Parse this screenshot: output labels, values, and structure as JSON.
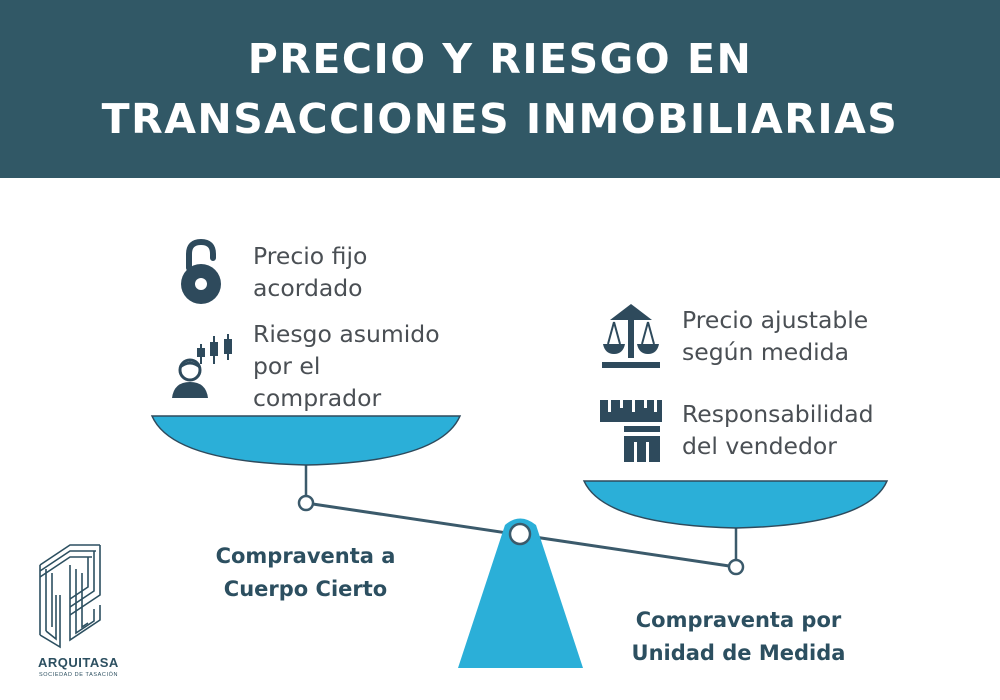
{
  "header": {
    "title_line1": "PRECIO Y RIESGO EN",
    "title_line2": "TRANSACCIONES INMOBILIARIAS"
  },
  "left_pan": {
    "items": [
      {
        "icon": "padlock-open-icon",
        "line1": "Precio fijo",
        "line2": "acordado"
      },
      {
        "icon": "buyer-risk-icon",
        "line1": "Riesgo asumido",
        "line2": "por el",
        "line3": "comprador"
      }
    ],
    "caption_line1": "Compraventa a",
    "caption_line2": "Cuerpo Cierto"
  },
  "right_pan": {
    "items": [
      {
        "icon": "balance-scale-icon",
        "line1": "Precio ajustable",
        "line2": "según medida"
      },
      {
        "icon": "measuring-ruler-icon",
        "line1": "Responsabilidad",
        "line2": "del vendedor"
      }
    ],
    "caption_line1": "Compraventa por",
    "caption_line2": "Unidad de Medida"
  },
  "logo": {
    "name": "ARQUITASA",
    "tagline": "SOCIEDAD DE TASACIÓN"
  },
  "colors": {
    "header_bg": "#315866",
    "pan_blue": "#2bafd8",
    "icon_dark": "#2e4a5c",
    "line_dark": "#3b5a6b",
    "text_gray": "#4a4f54",
    "caption_navy": "#2c4f60"
  }
}
